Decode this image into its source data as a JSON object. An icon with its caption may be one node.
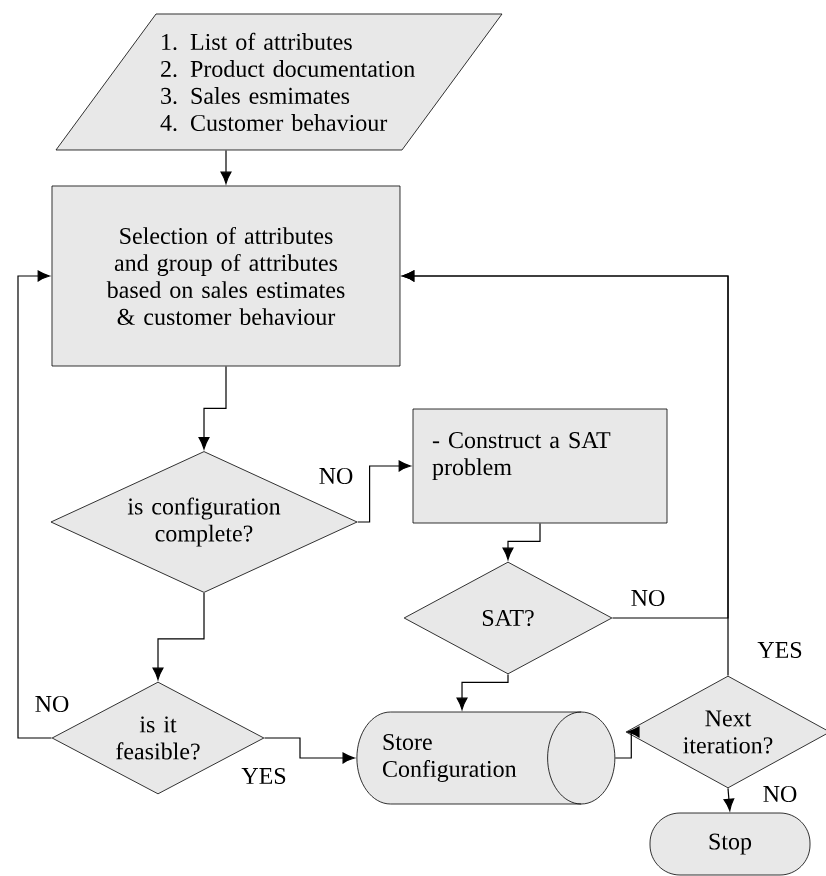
{
  "diagram": {
    "nodes": [
      {
        "text": [
          "1. List of attributes",
          "2. Product documentation",
          "3. Sales esmimates",
          "4. Customer behaviour"
        ]
      },
      {
        "text": [
          "Selection of attributes and group of attributes based on sales estimates & customer behaviour"
        ]
      },
      {
        "text": [
          "is configuration complete?"
        ]
      },
      {
        "text": [
          "- Construct a SAT problem"
        ]
      },
      {
        "text": [
          "SAT?"
        ]
      },
      {
        "text": [
          "is it feasible?"
        ]
      },
      {
        "text": [
          "Store Configuration"
        ]
      },
      {
        "text": [
          "Next iteration?"
        ]
      },
      {
        "text": [
          "Stop"
        ]
      }
    ],
    "edges": [
      {
        "from": 0,
        "to": 1,
        "arrow": "to"
      },
      {
        "from": 1,
        "to": 2,
        "arrow": "to"
      },
      {
        "from": 2,
        "to": 3,
        "arrow": "to",
        "label": "NO"
      },
      {
        "from": 3,
        "to": 4,
        "arrow": "to"
      },
      {
        "from": 4,
        "to": 6,
        "arrow": "to"
      },
      {
        "from": 4,
        "to": 1,
        "arrow": "to",
        "label": "NO"
      },
      {
        "from": 7,
        "to": 1,
        "arrow": "to",
        "label": "YES"
      },
      {
        "from": 2,
        "to": 5,
        "arrow": "to"
      },
      {
        "from": 5,
        "to": 1,
        "arrow": "to",
        "label": "NO"
      },
      {
        "from": 5,
        "to": 6,
        "arrow": "to",
        "label": "YES"
      },
      {
        "from": 6,
        "to": 7,
        "arrow": "to"
      },
      {
        "from": 7,
        "to": 8,
        "arrow": "to",
        "label": "NO"
      }
    ]
  }
}
